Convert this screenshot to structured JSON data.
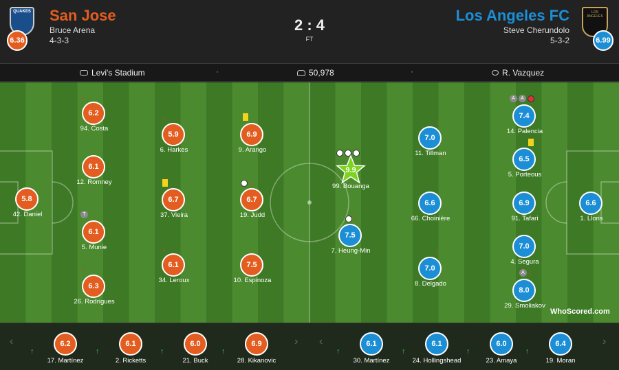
{
  "home": {
    "name": "San Jose",
    "manager": "Bruce Arena",
    "formation": "4-3-3",
    "rating": "6.36",
    "logo_text": "QUAKES",
    "color": "#e35d20"
  },
  "away": {
    "name": "Los Angeles FC",
    "manager": "Steve Cherundolo",
    "formation": "5-3-2",
    "rating": "6.99",
    "logo_text": "LOS ANGELES",
    "color": "#1c8ed6"
  },
  "score": "2 : 4",
  "status": "FT",
  "info": {
    "stadium": "Levi's Stadium",
    "attendance": "50,978",
    "referee": "R. Vazquez",
    "separator": "·"
  },
  "home_players": [
    {
      "name": "94. Costa",
      "rating": "6.2"
    },
    {
      "name": "12. Romney",
      "rating": "6.1"
    },
    {
      "name": "5. Munie",
      "rating": "6.1"
    },
    {
      "name": "26. Rodrigues",
      "rating": "6.3"
    },
    {
      "name": "42. Daniel",
      "rating": "5.8"
    },
    {
      "name": "6. Harkes",
      "rating": "5.9"
    },
    {
      "name": "37. Vieira",
      "rating": "6.7"
    },
    {
      "name": "34. Leroux",
      "rating": "6.1"
    },
    {
      "name": "9. Arango",
      "rating": "6.9"
    },
    {
      "name": "19. Judd",
      "rating": "6.7"
    },
    {
      "name": "10. Espinoza",
      "rating": "7.5"
    }
  ],
  "away_players": [
    {
      "name": "99. Bouanga",
      "rating": "9.9"
    },
    {
      "name": "7. Heung-Min",
      "rating": "7.5"
    },
    {
      "name": "11. Tillman",
      "rating": "7.0"
    },
    {
      "name": "66. Choinière",
      "rating": "6.6"
    },
    {
      "name": "8. Delgado",
      "rating": "7.0"
    },
    {
      "name": "14. Palencia",
      "rating": "7.4"
    },
    {
      "name": "5. Porteous",
      "rating": "6.5"
    },
    {
      "name": "91. Tafari",
      "rating": "6.9"
    },
    {
      "name": "4. Segura",
      "rating": "7.0"
    },
    {
      "name": "29. Smoliakov",
      "rating": "8.0"
    },
    {
      "name": "1. Lloris",
      "rating": "6.6"
    }
  ],
  "home_subs": [
    {
      "name": "17. Martínez",
      "rating": "6.2"
    },
    {
      "name": "2. Ricketts",
      "rating": "6.1"
    },
    {
      "name": "21. Buck",
      "rating": "6.0"
    },
    {
      "name": "28. Kikanovic",
      "rating": "6.9"
    }
  ],
  "away_subs": [
    {
      "name": "30. Martínez",
      "rating": "6.1"
    },
    {
      "name": "24. Hollingshead",
      "rating": "6.1"
    },
    {
      "name": "23. Amaya",
      "rating": "6.0"
    },
    {
      "name": "19. Moran",
      "rating": "6.4"
    }
  ],
  "badges": {
    "t": "T",
    "a": "A"
  },
  "brand": "WhoScored.com"
}
